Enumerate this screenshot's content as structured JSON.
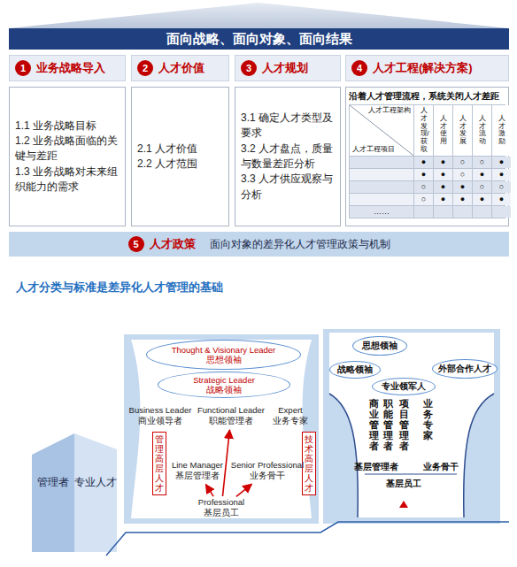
{
  "diagram": {
    "title": "人才分类与标准是差异化人才管理的基础",
    "nodes": [
      {
        "text": [
          "面向战略、面向对象、面向结果"
        ]
      },
      {
        "text": [
          "1",
          "业务战略导入"
        ]
      },
      {
        "text": [
          "1.1 业务战略目标",
          "1.2 业务战略面临的关键与差距",
          "1.3 业务战略对未来组织能力的需求"
        ]
      },
      {
        "text": [
          "2",
          "人才价值"
        ]
      },
      {
        "text": [
          "2.1 人才价值",
          "2.2 人才范围"
        ]
      },
      {
        "text": [
          "3",
          "人才规划"
        ]
      },
      {
        "text": [
          "3.1 确定人才类型及要求",
          "3.2 人才盘点，质量与数量差距分析",
          "3.3 人才供应观察与分析"
        ]
      },
      {
        "text": [
          "4",
          "人才工程(解决方案)"
        ]
      },
      {
        "text": [
          "沿着人才管理流程，系统关闭人才差距"
        ]
      },
      {
        "text": [
          "5",
          "人才政策",
          "面向对象的差异化人才管理政策与机制"
        ]
      },
      {
        "text": [
          "管理者"
        ]
      },
      {
        "text": [
          "专业人才"
        ]
      },
      {
        "text": [
          "Thought & Visionary Leader",
          "思想领袖"
        ]
      },
      {
        "text": [
          "Strategic Leader",
          "战略领袖"
        ]
      },
      {
        "text": [
          "Business Leader",
          "商业领导者"
        ]
      },
      {
        "text": [
          "Functional Leader",
          "职能管理者"
        ]
      },
      {
        "text": [
          "Expert",
          "业务专家"
        ]
      },
      {
        "text": [
          "管理高层人才"
        ]
      },
      {
        "text": [
          "技术高层人才"
        ]
      },
      {
        "text": [
          "Line Manager",
          "基层管理者"
        ]
      },
      {
        "text": [
          "Senior Professional",
          "业务骨干"
        ]
      },
      {
        "text": [
          "Professional",
          "基层员工"
        ]
      },
      {
        "text": [
          "思想领袖"
        ]
      },
      {
        "text": [
          "战略领袖"
        ]
      },
      {
        "text": [
          "外部合作人才"
        ]
      },
      {
        "text": [
          "专业领军人"
        ]
      }
    ],
    "edges": [
      {
        "from": 21,
        "to": 19,
        "arrow": "to"
      },
      {
        "from": 21,
        "to": 20,
        "arrow": "to"
      },
      {
        "from": 21,
        "to": 15,
        "arrow": "to"
      }
    ],
    "labels": [
      "人才工程架构",
      "人才工程项目",
      "人才发现/获取",
      "人才使用",
      "人才发展",
      "人才流动",
      "人才激励",
      "●",
      "●",
      "○",
      "○",
      "●",
      "●",
      "●",
      "○",
      "●",
      "●",
      "○",
      "●",
      "●",
      "○",
      "○",
      "○",
      "●",
      "●",
      "●",
      "●",
      "……",
      "商业管理者",
      "职能管理者",
      "项目管理者",
      "业务专家",
      "基层管理者",
      "业务骨干",
      "基层员工"
    ]
  }
}
